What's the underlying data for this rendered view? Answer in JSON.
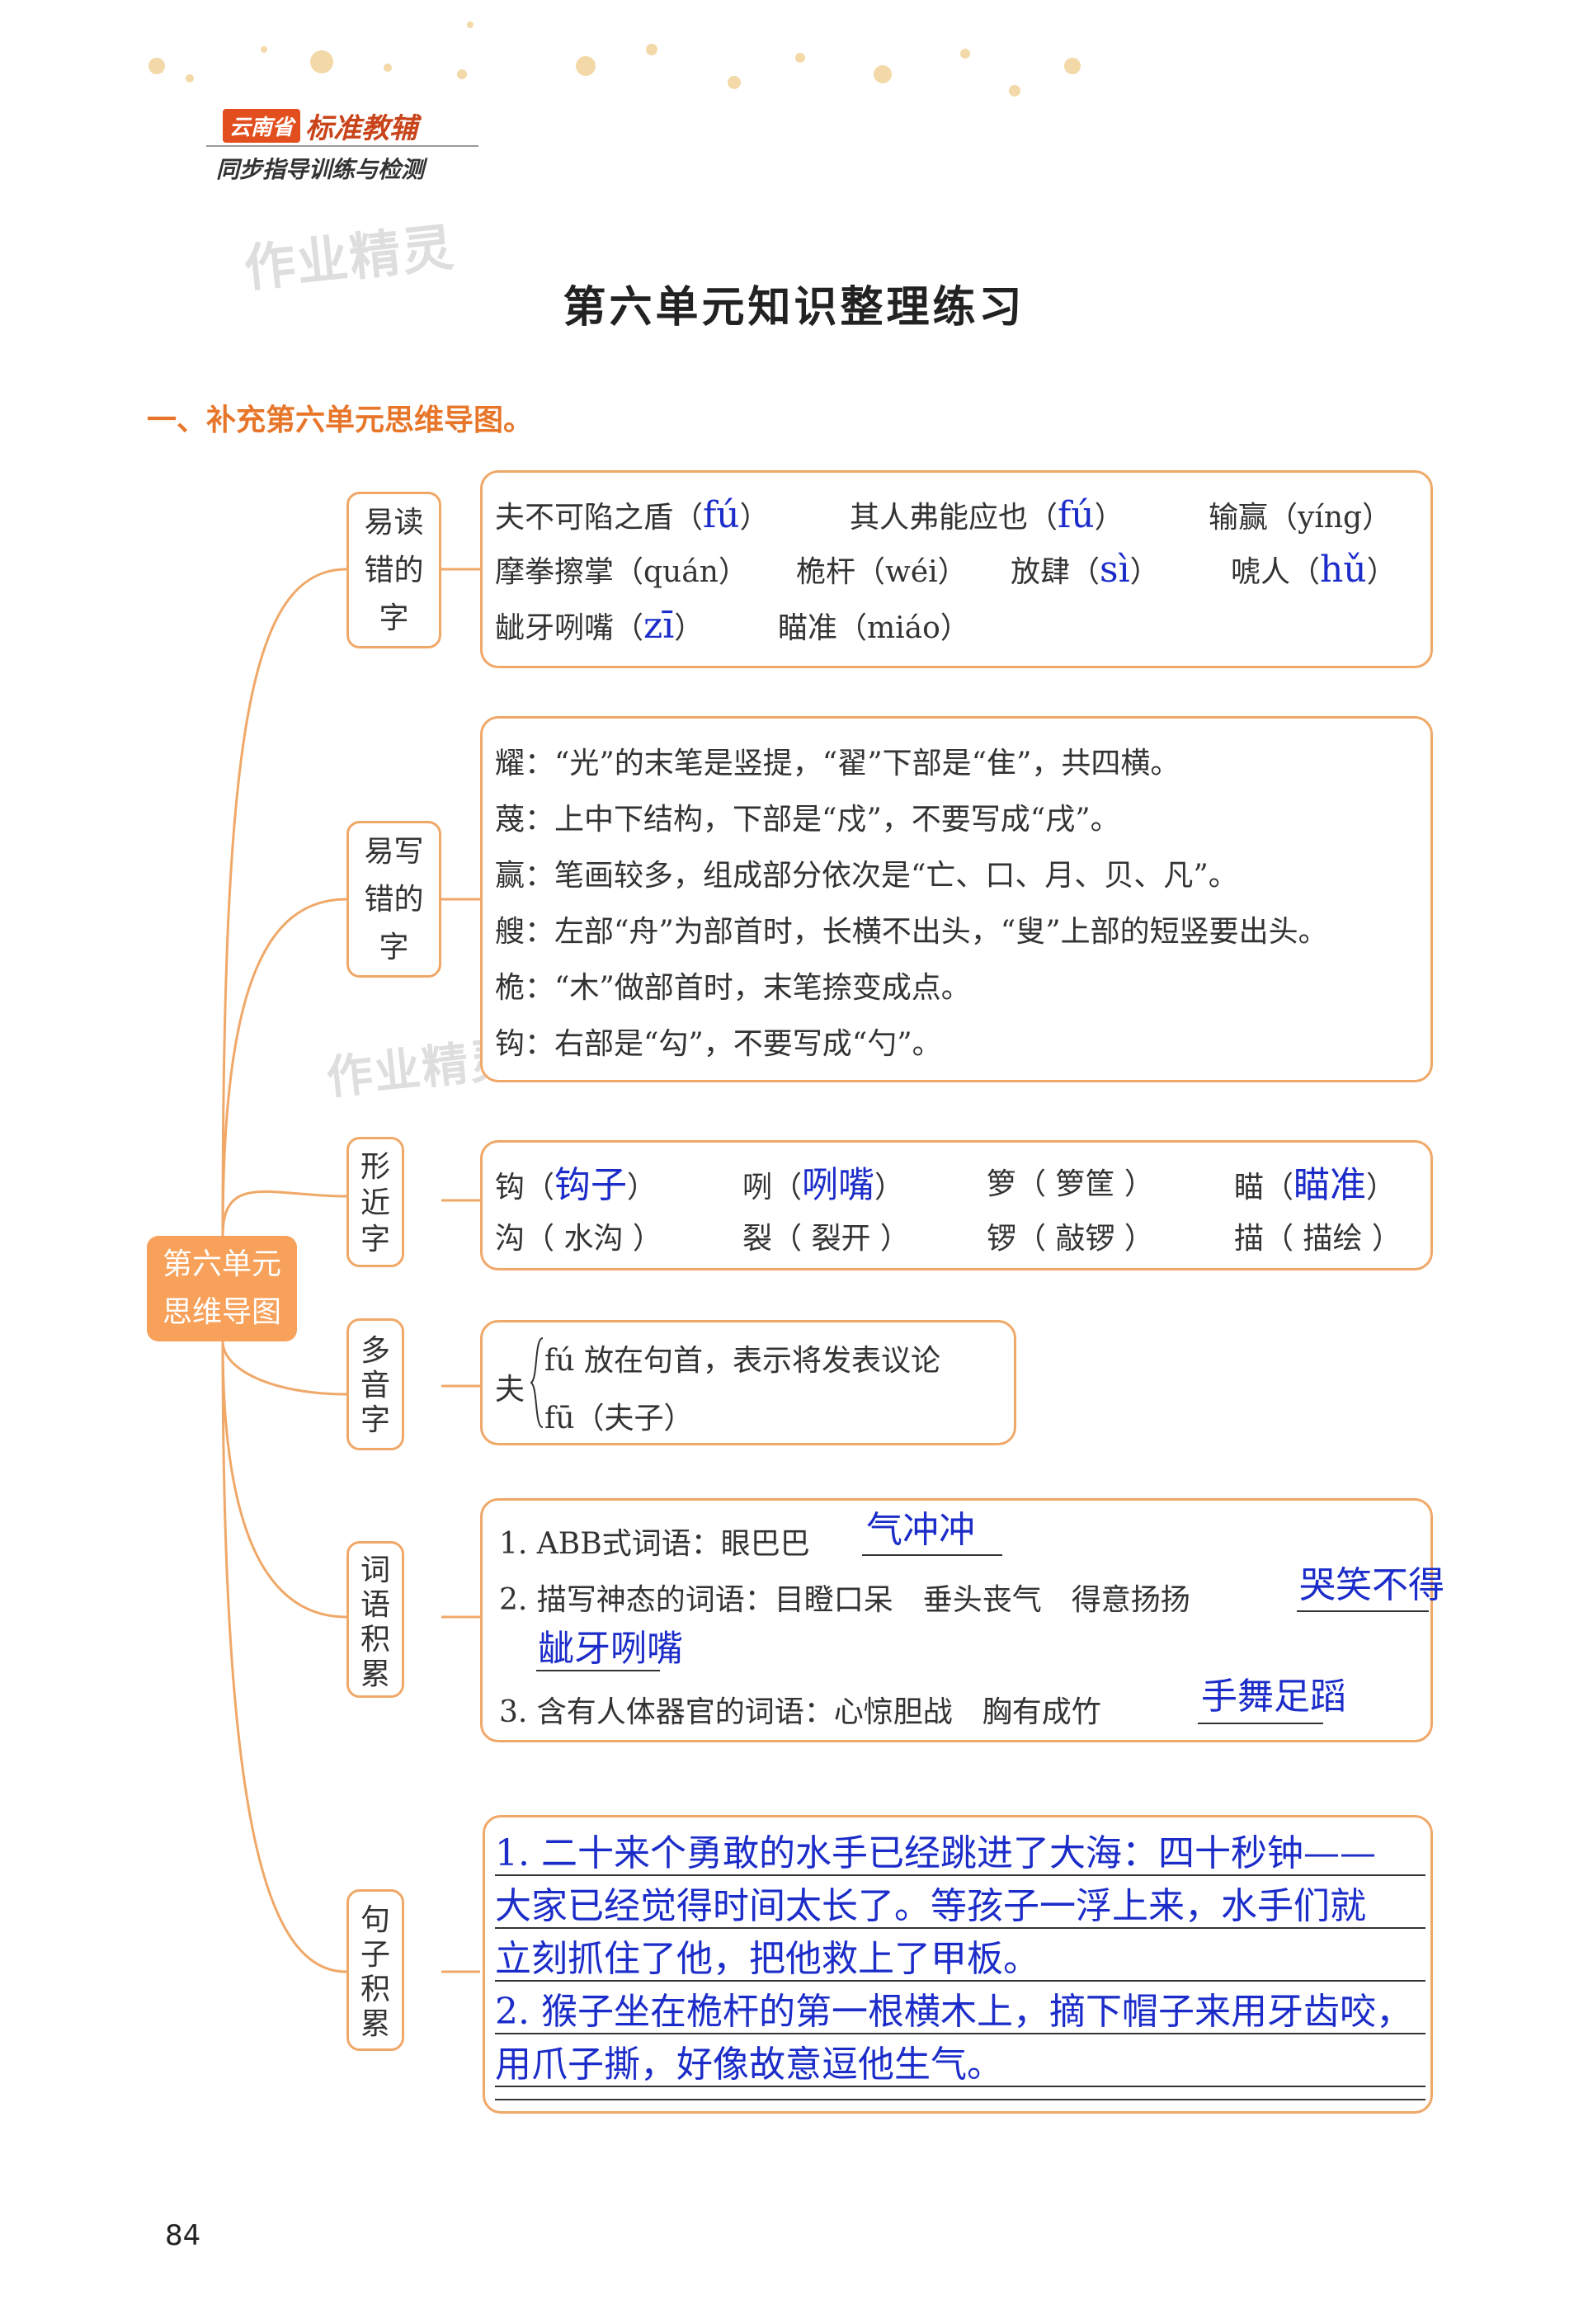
{
  "header": {
    "brand_box": "云南省",
    "brand_name": "标准教辅",
    "brand_sub": "同步指导训练与检测",
    "watermark": "作业精灵"
  },
  "title": "第六单元知识整理练习",
  "section_heading": "一、补充第六单元思维导图。",
  "center_node": {
    "line1": "第六单元",
    "line2": "思维导图"
  },
  "branches": {
    "easy_read": {
      "label": [
        "易读",
        "错的",
        "字"
      ]
    },
    "easy_write": {
      "label": [
        "易写",
        "错的",
        "字"
      ]
    },
    "similar": {
      "label": [
        "形",
        "近",
        "字"
      ]
    },
    "polyphone": {
      "label": [
        "多",
        "音",
        "字"
      ]
    },
    "words": {
      "label": [
        "词",
        "语",
        "积",
        "累"
      ]
    },
    "sentences": {
      "label": [
        "句",
        "子",
        "积",
        "累"
      ]
    }
  },
  "easy_read": {
    "row1": [
      {
        "text": "夫不可陷之盾（",
        "answer": "fú",
        "close": "）"
      },
      {
        "text": "其人弗能应也（",
        "answer": "fú",
        "close": "）"
      },
      {
        "text": "输赢（yíng）"
      }
    ],
    "row2": [
      {
        "text": "摩拳擦掌（quán）"
      },
      {
        "text": "桅杆（wéi）"
      },
      {
        "text": "放肆（",
        "answer": "sì",
        "close": "）"
      },
      {
        "text": "唬人（",
        "answer": "hǔ",
        "close": "）"
      }
    ],
    "row3": [
      {
        "text": "龇牙咧嘴（",
        "answer": "zī",
        "close": "）"
      },
      {
        "text": "瞄准（miáo）"
      }
    ]
  },
  "easy_write": [
    "耀：“光”的末笔是竖提，“翟”下部是“隹”，共四横。",
    "蔑：上中下结构，下部是“戍”，不要写成“戌”。",
    "赢：笔画较多，组成部分依次是“亡、口、月、贝、凡”。",
    "艘：左部“舟”为部首时，长横不出头，“叟”上部的短竖要出头。",
    "桅：“木”做部首时，末笔捺变成点。",
    "钩：右部是“勾”，不要写成“勺”。"
  ],
  "similar": {
    "row1": [
      {
        "char": "钩",
        "answer": "钩子",
        "handwritten": true
      },
      {
        "char": "咧",
        "answer": "咧嘴",
        "handwritten": true
      },
      {
        "char": "箩",
        "answer": "箩筐",
        "handwritten": false
      },
      {
        "char": "瞄",
        "answer": "瞄准",
        "handwritten": true
      }
    ],
    "row2": [
      {
        "char": "沟",
        "answer": "水沟",
        "handwritten": false
      },
      {
        "char": "裂",
        "answer": "裂开",
        "handwritten": false
      },
      {
        "char": "锣",
        "answer": "敲锣",
        "handwritten": false
      },
      {
        "char": "描",
        "answer": "描绘",
        "handwritten": false
      }
    ]
  },
  "polyphone": {
    "char": "夫",
    "reading1": "fú 放在句首，表示将发表议论",
    "reading2": "fū（夫子）"
  },
  "words": {
    "item1": "1. ABB式词语：眼巴巴",
    "item1_answer": "气冲冲",
    "item2": "2. 描写神态的词语：目瞪口呆　垂头丧气　得意扬扬",
    "item2_answer1": "哭笑不得",
    "item2_answer2": "龇牙咧嘴",
    "item3": "3. 含有人体器官的词语：心惊胆战　胸有成竹",
    "item3_answer": "手舞足蹈"
  },
  "sentences": [
    "1. 二十来个勇敢的水手已经跳进了大海：四十秒钟——",
    "大家已经觉得时间太长了。等孩子一浮上来，水手们就",
    "立刻抓住了他，把他救上了甲板。",
    "2. 猴子坐在桅杆的第一根横木上，摘下帽子来用牙齿咬，",
    "用爪子撕，好像故意逗他生气。"
  ],
  "page_number": "84"
}
